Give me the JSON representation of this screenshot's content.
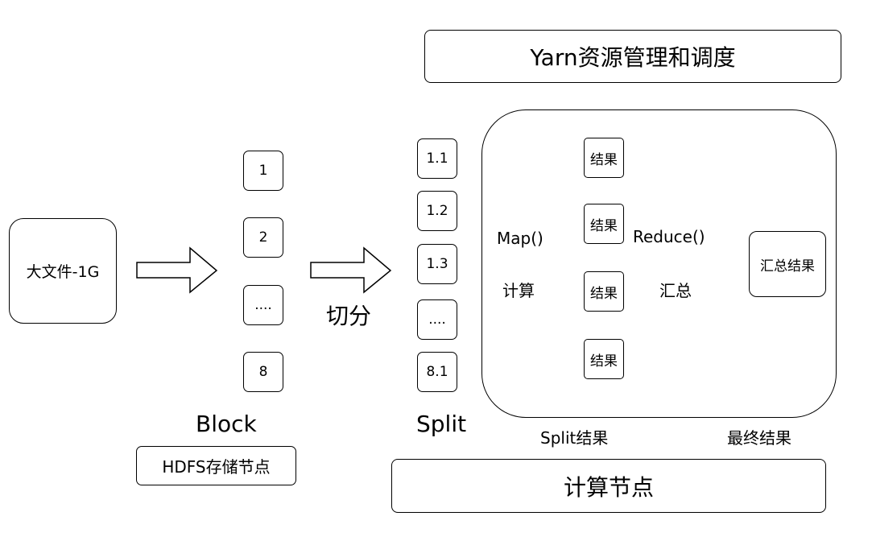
{
  "yarn": "Yarn资源管理和调度",
  "file": "大文件-1G",
  "blocks": [
    "1",
    "2",
    "....",
    "8"
  ],
  "block_title": "Block",
  "hdfs": "HDFS存储节点",
  "split_action": "切分",
  "splits": [
    "1.1",
    "1.2",
    "1.3",
    "....",
    "8.1"
  ],
  "split_title": "Split",
  "map_label": "Map()",
  "map_sub": "计算",
  "results": [
    "结果",
    "结果",
    "结果",
    "结果"
  ],
  "reduce_label": "Reduce()",
  "reduce_sub": "汇总",
  "final_box": "汇总结果",
  "split_result_caption": "Split结果",
  "final_caption": "最终结果",
  "compute": "计算节点"
}
